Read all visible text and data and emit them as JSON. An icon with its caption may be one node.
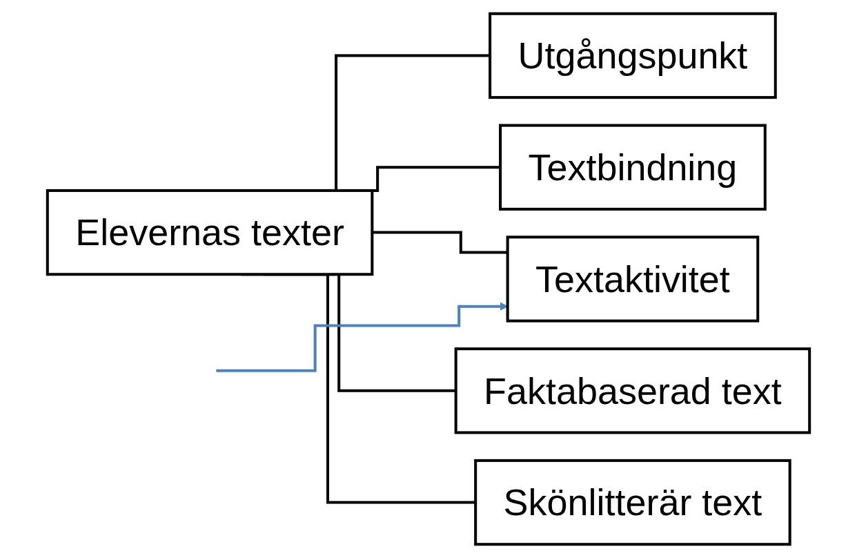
{
  "diagram": {
    "nodes": [
      {
        "text": [
          "Elevernas texter"
        ]
      },
      {
        "text": [
          "Utgångspunkt"
        ]
      },
      {
        "text": [
          "Textbindning"
        ]
      },
      {
        "text": [
          "Textaktivitet"
        ]
      },
      {
        "text": [
          "Faktabaserad text"
        ]
      },
      {
        "text": [
          "Skönlitterär text"
        ]
      }
    ],
    "edges": [
      {
        "from": 0,
        "to": 1,
        "arrow": "none"
      },
      {
        "from": 0,
        "to": 2,
        "arrow": "none"
      },
      {
        "from": 0,
        "to": 3,
        "arrow": "none"
      },
      {
        "from": 0,
        "to": 4,
        "arrow": "none"
      },
      {
        "from": 0,
        "to": 5,
        "arrow": "none"
      },
      {
        "from": null,
        "to": 3,
        "arrow": "to",
        "color": "#4f81bd"
      }
    ]
  }
}
